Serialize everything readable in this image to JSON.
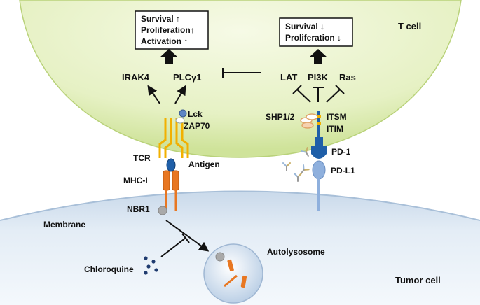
{
  "regions": {
    "t_cell": "T cell",
    "tumor_cell": "Tumor cell",
    "membrane": "Membrane"
  },
  "left_box": {
    "lines": [
      {
        "text": "Survival",
        "arrow": "↑"
      },
      {
        "text": "Proliferation",
        "arrow": "↑"
      },
      {
        "text": "Activation",
        "arrow": "↑"
      }
    ]
  },
  "right_box": {
    "lines": [
      {
        "text": "Survival",
        "arrow": "↓"
      },
      {
        "text": "Proliferation",
        "arrow": "↓"
      }
    ]
  },
  "labels": {
    "irak4": "IRAK4",
    "plcg1": "PLCγ1",
    "lat": "LAT",
    "pi3k": "PI3K",
    "ras": "Ras",
    "lck": "Lck",
    "zap70": "ZAP70",
    "shp12": "SHP1/2",
    "itsm": "ITSM",
    "itim": "ITIM",
    "tcr": "TCR",
    "antigen": "Antigen",
    "mhc1": "MHC-I",
    "pd1": "PD-1",
    "pdl1": "PD-L1",
    "nbr1": "NBR1",
    "chloroquine": "Chloroquine",
    "autolysosome": "Autolysosome"
  },
  "colors": {
    "t_cell_fill": "#e4f0c0",
    "tumor_fill": "#d7e4f1",
    "tcr": "#f2b000",
    "mhc": "#e87722",
    "pd1": "#1f5fa8",
    "pdl1": "#8fb0dd",
    "chloroquine": "#1f3b6f"
  }
}
